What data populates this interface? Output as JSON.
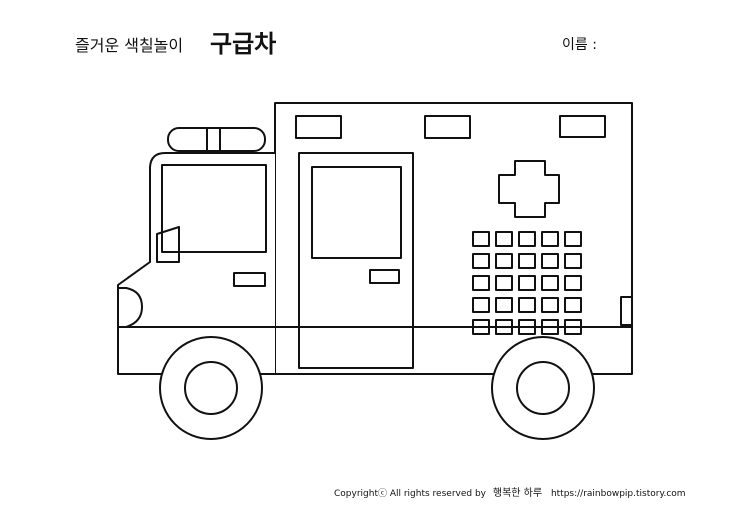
{
  "header": {
    "subtitle": "즐거운 색칠놀이",
    "title": "구급차",
    "name_label": "이름 :"
  },
  "footer": {
    "copyright": "Copyrightⓒ All rights reserved by",
    "author": "행복한 하루",
    "url": "https://rainbowpip.tistory.com"
  },
  "colors": {
    "line": "#111111",
    "background": "#ffffff"
  }
}
